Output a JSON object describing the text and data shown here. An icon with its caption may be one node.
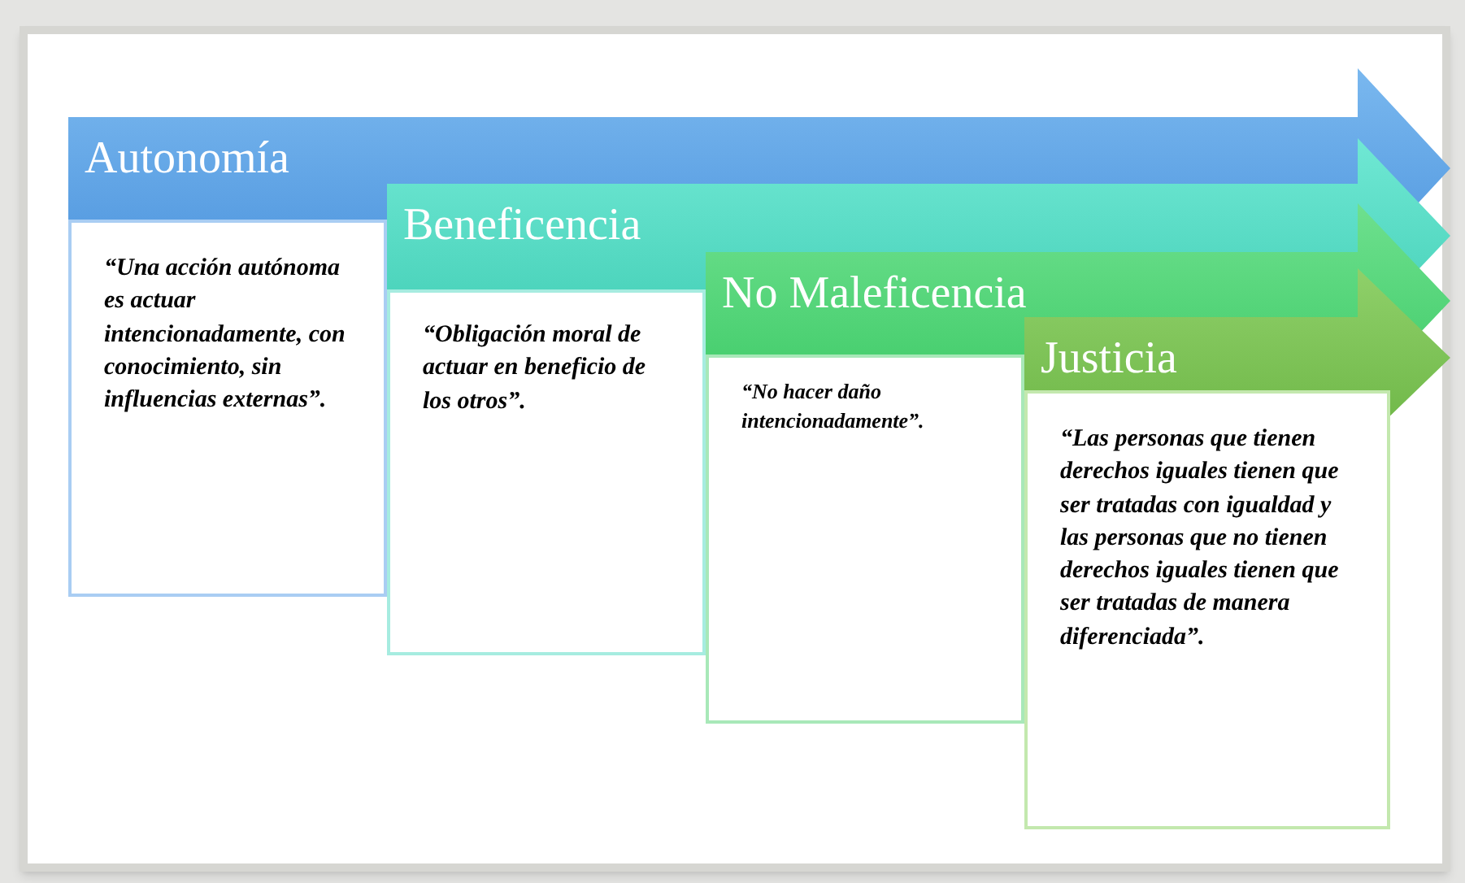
{
  "diagram": {
    "nodes": [
      {
        "text": [
          "Autonomía"
        ]
      },
      {
        "text": [
          "“Una acción autónoma es actuar intencionadamente, con conocimiento, sin influencias externas”."
        ]
      },
      {
        "text": [
          "Beneficencia"
        ]
      },
      {
        "text": [
          "“Obligación moral de actuar en beneficio de los otros”."
        ]
      },
      {
        "text": [
          "No Maleficencia"
        ]
      },
      {
        "text": [
          "“No hacer daño intencionadamente”."
        ]
      },
      {
        "text": [
          "Justicia"
        ]
      },
      {
        "text": [
          "“Las personas que tienen derechos iguales tienen que ser tratadas con igualdad y las personas que no tienen derechos iguales tienen que ser tratadas de manera diferenciada”."
        ]
      }
    ]
  }
}
